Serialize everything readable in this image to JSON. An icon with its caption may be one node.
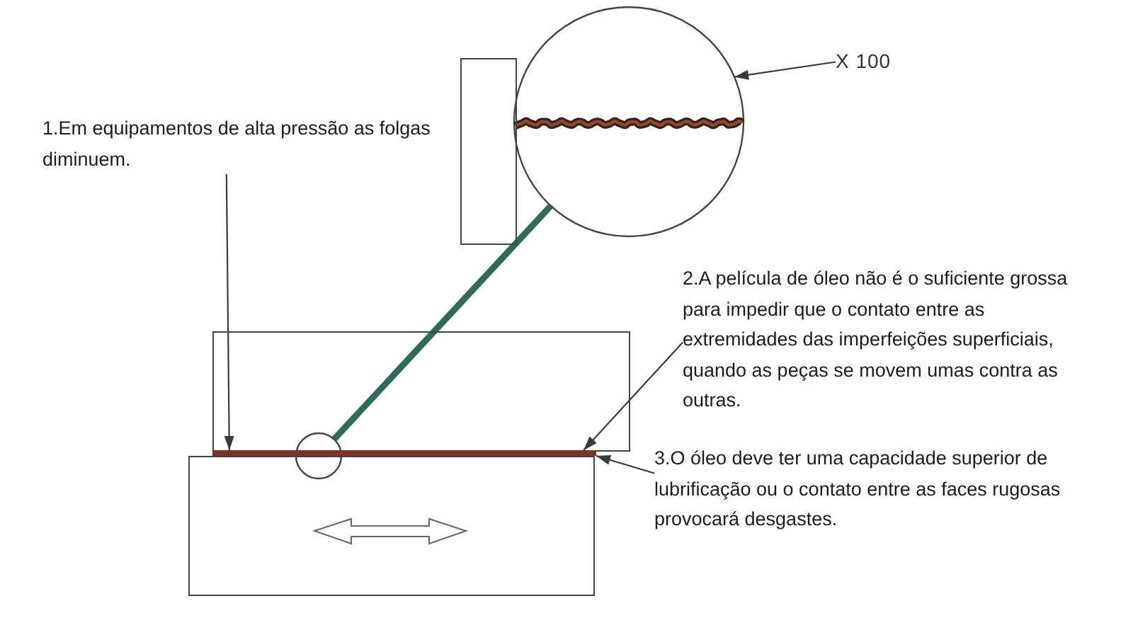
{
  "diagram": {
    "nodes": [
      {
        "text": [
          "X 100"
        ]
      },
      {
        "text": [
          "1.Em equipamentos de alta pressão as folgas diminuem."
        ]
      },
      {
        "text": [
          "2.A película de óleo não é o suficiente grossa para impedir que o contato entre as extremidades das imperfeições superficiais, quando as peças se movem umas contra as outras."
        ]
      },
      {
        "text": [
          "3.O óleo deve ter uma capacidade superior de lubrificação ou o contato entre as faces rugosas provocará desgastes."
        ]
      },
      {
        "text": [],
        "shape": "circle"
      },
      {
        "text": [],
        "shape": "box"
      },
      {
        "text": [],
        "shape": "box"
      },
      {
        "text": [],
        "shape": "circle"
      },
      {
        "text": [],
        "shape": "bar"
      },
      {
        "text": [],
        "shape": "box"
      }
    ],
    "edges": [
      {
        "from": 0,
        "to": 4,
        "arrow": "to"
      },
      {
        "from": 1,
        "to": 8,
        "arrow": "to"
      },
      {
        "from": 2,
        "to": 8,
        "arrow": "to"
      },
      {
        "from": 3,
        "to": 8,
        "arrow": "to"
      },
      {
        "from": 7,
        "to": 4,
        "arrow": "none",
        "style": "thick",
        "color": "#2e6b5b"
      }
    ]
  }
}
